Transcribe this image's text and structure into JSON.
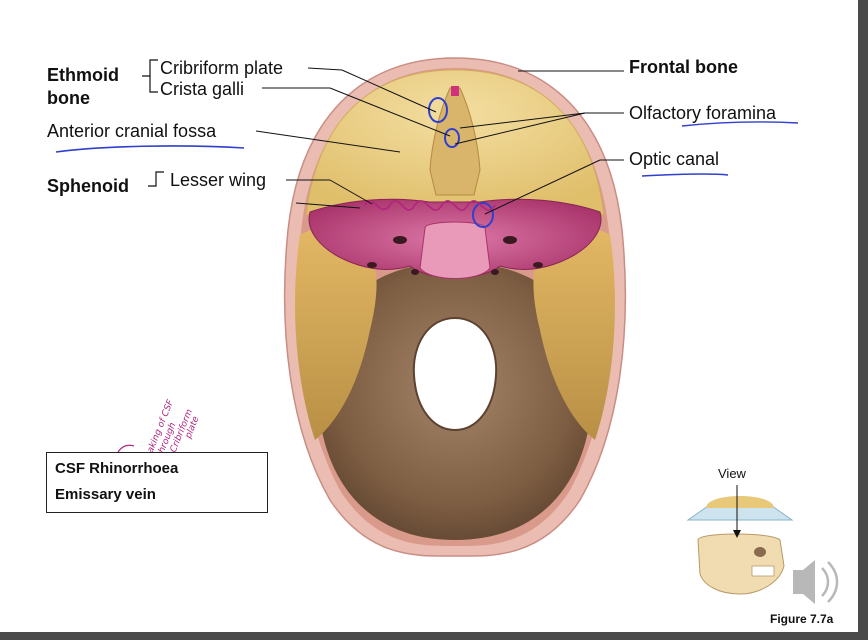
{
  "labels": {
    "ethmoid_line1": "Ethmoid",
    "ethmoid_line2": "bone",
    "cribriform_plate": "Cribriform plate",
    "crista_galli": "Crista galli",
    "anterior_cranial_fossa": "Anterior cranial fossa",
    "sphenoid": "Sphenoid",
    "lesser_wing": "Lesser wing",
    "frontal_bone": "Frontal bone",
    "olfactory_foramina": "Olfactory foramina",
    "optic_canal": "Optic canal",
    "view": "View",
    "figure": "Figure 7.7a"
  },
  "note_box": {
    "line1": "CSF Rhinorrhoea",
    "line2": "Emissary vein"
  },
  "handwritten_note": [
    "leaking of CSF",
    "through",
    "Cribriform",
    "plate"
  ],
  "colors": {
    "bone_yellow": "#e8c979",
    "bone_tan": "#c9a45a",
    "brown_fossa": "#8a6b4e",
    "sphenoid_pink": "#c2457f",
    "skull_rim": "#e6b1a8",
    "annotation_blue": "#2f3fd0",
    "annotation_magenta": "#b0257e"
  },
  "icons": [
    "speaker-icon",
    "mini-skull-icon"
  ]
}
